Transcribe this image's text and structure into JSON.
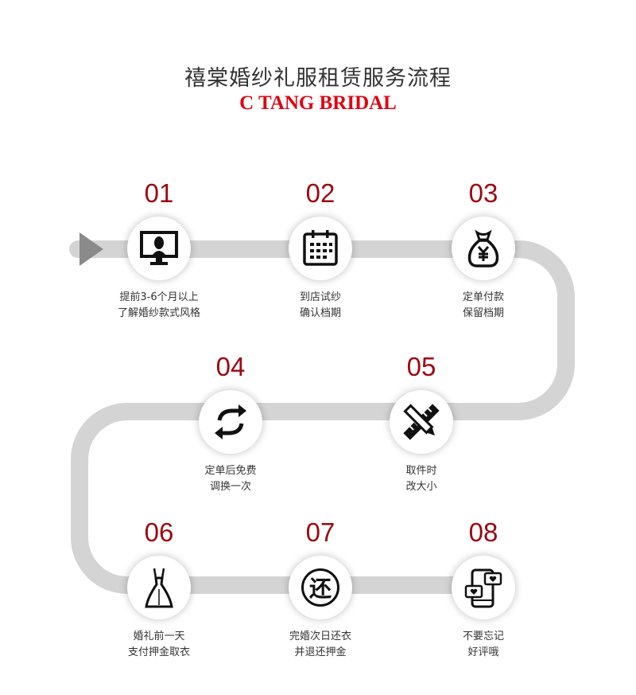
{
  "header": {
    "title": "禧棠婚纱礼服租赁服务流程",
    "subtitle": "C TANG BRIDAL"
  },
  "colors": {
    "number": "#9a0a12",
    "subtitle": "#e00010",
    "path": "#d4d4d4"
  },
  "steps": [
    {
      "num": "01",
      "icon": "monitor-bride-icon",
      "line1": "提前3-6个月以上",
      "line2": "了解婚纱款式风格"
    },
    {
      "num": "02",
      "icon": "calendar-icon",
      "line1": "到店试纱",
      "line2": "确认档期"
    },
    {
      "num": "03",
      "icon": "money-bag-yen-icon",
      "line1": "定单付款",
      "line2": "保留档期"
    },
    {
      "num": "04",
      "icon": "exchange-arrows-icon",
      "line1": "定单后免费",
      "line2": "调换一次"
    },
    {
      "num": "05",
      "icon": "ruler-pencil-icon",
      "line1": "取件时",
      "line2": "改大小"
    },
    {
      "num": "06",
      "icon": "dress-icon",
      "line1": "婚礼前一天",
      "line2": "支付押金取衣"
    },
    {
      "num": "07",
      "icon": "return-badge-icon",
      "line1": "完婚次日还衣",
      "line2": "并退还押金",
      "badge": "还"
    },
    {
      "num": "08",
      "icon": "phone-review-icon",
      "line1": "不要忘记",
      "line2": "好评哦"
    }
  ]
}
